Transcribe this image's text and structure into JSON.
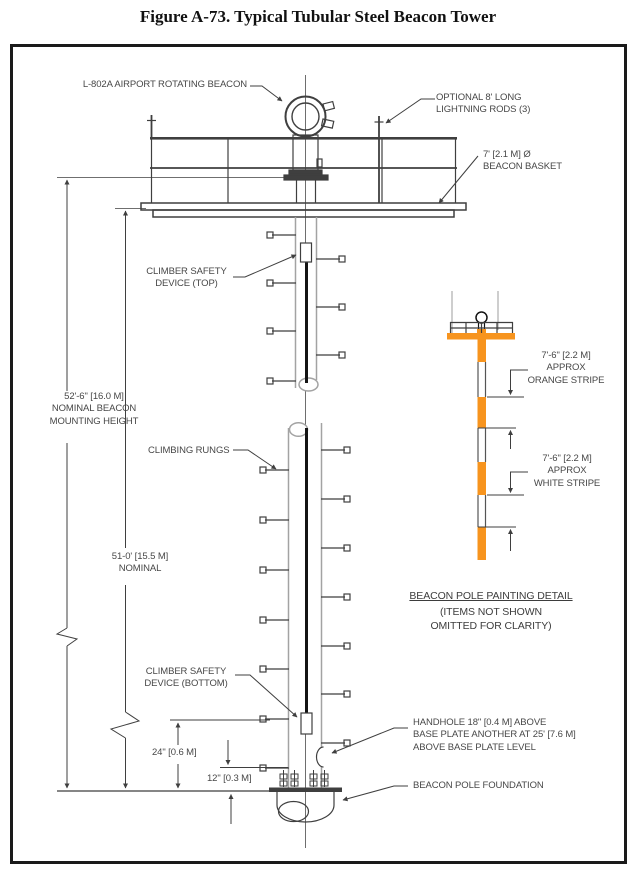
{
  "figure": {
    "title": "Figure A-73.  Typical Tubular Steel Beacon Tower"
  },
  "colors": {
    "orange": "#F7941E",
    "line": "#3f3f3f",
    "pole_gray": "#a3a3a3",
    "text": "#474747"
  },
  "labels": {
    "beacon": "L-802A AIRPORT ROTATING BEACON",
    "lightning_rods": "OPTIONAL 8' LONG\nLIGHTNING RODS (3)",
    "beacon_basket": "7' [2.1 M] Ø\nBEACON BASKET",
    "climber_safety_top": "CLIMBER SAFETY\nDEVICE (TOP)",
    "climbing_rungs": "CLIMBING RUNGS",
    "climber_safety_bottom": "CLIMBER SAFETY\nDEVICE (BOTTOM)",
    "handhole": "HANDHOLE 18\" [0.4 M] ABOVE\nBASE PLATE ANOTHER AT 25' [7.6 M]\nABOVE BASE PLATE LEVEL",
    "foundation": "BEACON POLE FOUNDATION"
  },
  "dimensions": {
    "mounting_height": "52'-6\" [16.0 M]\nNOMINAL BEACON\nMOUNTING HEIGHT",
    "nominal_height": "51-0' [15.5 M]\nNOMINAL",
    "dim_24": "24\" [0.6 M]",
    "dim_12": "12\" [0.3 M]"
  },
  "painting_detail": {
    "orange_stripe": "7'-6\" [2.2 M]\nAPPROX\nORANGE STRIPE",
    "white_stripe": "7'-6\" [2.2 M]\nAPPROX\nWHITE STRIPE",
    "title": "BEACON POLE PAINTING DETAIL",
    "note": "(ITEMS NOT SHOWN\nOMITTED FOR CLARITY)"
  }
}
